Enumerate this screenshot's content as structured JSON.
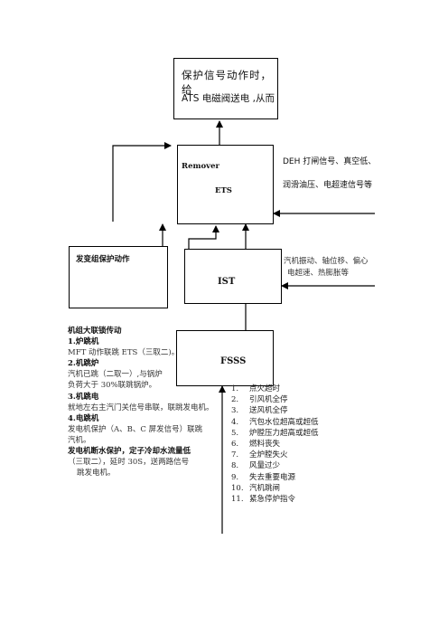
{
  "boxes": {
    "top_line1": "保护信号动作时，给",
    "top_line2": "ATS 电磁阀送电 ,从而",
    "remover": "Remover",
    "ets": "ETS",
    "gen_protection": "发变组保护动作",
    "ist": "IST",
    "fsss": "FSSS"
  },
  "deh_inputs": {
    "line1": "DEH 打闸信号、真空低、",
    "line2": "润滑油压、电超速信号等"
  },
  "ist_inputs": {
    "line1": "汽机振动、轴位移、偏心",
    "line2": "电超速、热膨胀等"
  },
  "interlock": {
    "title": "机组大联锁传动",
    "s1_head": "1.炉跳机",
    "s1_text": "MFT 动作联跳 ETS（三取二)。",
    "s2_head": "2.机跳炉",
    "s2_text1": "汽机已跳（二取一）,与锅炉",
    "s2_text2": "负荷大于 30%联跳锅炉。",
    "s3_head": "3.机跳电",
    "s3_text": "就地左右主汽门关信号串联，联跳发电机。",
    "s4_head": "4.电跳机",
    "s4_text1": "发电机保护（A、B、C 屏发信号）联跳",
    "s4_text2": "汽机。",
    "s5_head": "发电机断水保护，定子冷却水流量低",
    "s5_text1": "（三取二），延时 30S，送两路信号",
    "s5_text2": "跳发电机。"
  },
  "fsss_conditions": [
    {
      "num": "1.",
      "text": "点火超时"
    },
    {
      "num": "2.",
      "text": "引风机全停"
    },
    {
      "num": "3.",
      "text": "送风机全停"
    },
    {
      "num": "4.",
      "text": "汽包水位超高或超低"
    },
    {
      "num": "5.",
      "text": "炉膛压力超高或超低"
    },
    {
      "num": "6.",
      "text": "燃料丧失"
    },
    {
      "num": "7.",
      "text": "全炉膛失火"
    },
    {
      "num": "8.",
      "text": "风量过少"
    },
    {
      "num": "9.",
      "text": "失去重要电源"
    },
    {
      "num": "10.",
      "text": "汽机跳闸"
    },
    {
      "num": "11.",
      "text": "紧急停炉指令"
    }
  ]
}
